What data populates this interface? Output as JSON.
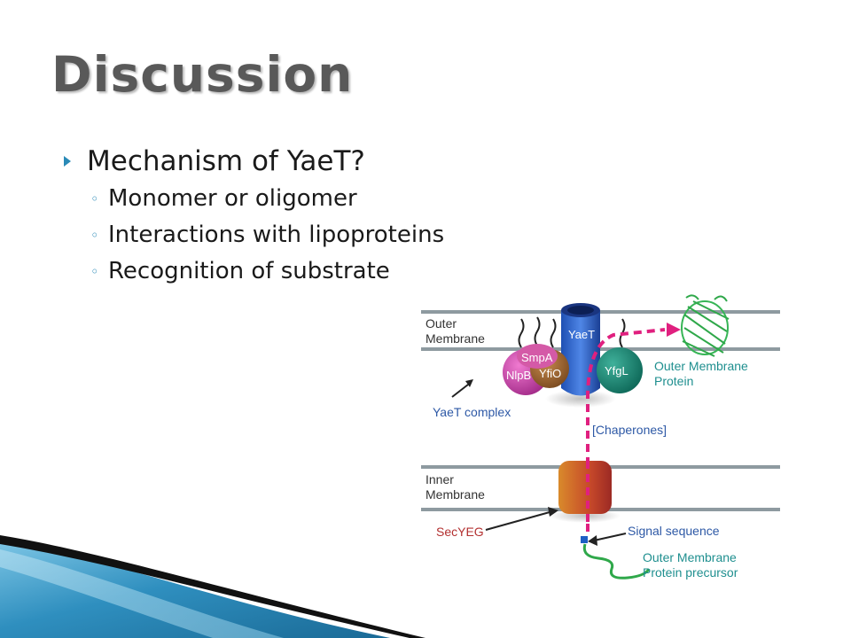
{
  "slide": {
    "title": "Discussion",
    "bullet": "Mechanism of YaeT?",
    "sub_bullets": [
      "Monomer or oligomer",
      "Interactions with lipoproteins",
      "Recognition of substrate"
    ]
  },
  "figure": {
    "outer_membrane_label_1": "Outer",
    "outer_membrane_label_2": "Membrane",
    "inner_membrane_label_1": "Inner",
    "inner_membrane_label_2": "Membrane",
    "yaet": "YaeT",
    "smpa": "SmpA",
    "nlpb": "NlpB",
    "yfio": "YfiO",
    "yfgl": "YfgL",
    "yaet_complex": "YaeT complex",
    "omp_label_1": "Outer Membrane",
    "omp_label_2": "Protein",
    "chaperones": "[Chaperones]",
    "secyeg": "SecYEG",
    "signal_sequence": "Signal sequence",
    "precursor_label_1": "Outer Membrane",
    "precursor_label_2": "Protein precursor"
  },
  "colors": {
    "accent_blue": "#2a8ab7",
    "title_gray": "#595959",
    "path_magenta": "#e0207f",
    "label_blue": "#2e59a6",
    "label_teal": "#1f8f8f",
    "label_red": "#b33030",
    "chain_green": "#2fa84a"
  }
}
